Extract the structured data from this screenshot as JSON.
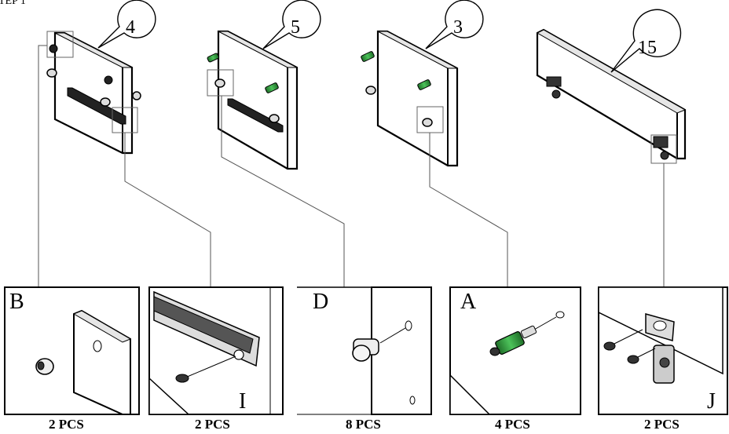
{
  "step_label": "TEP 1",
  "panels": [
    {
      "number": "4"
    },
    {
      "number": "5"
    },
    {
      "number": "3"
    },
    {
      "number": "15"
    }
  ],
  "details": [
    {
      "letter": "B",
      "qty": "2 PCS"
    },
    {
      "letter": "I",
      "qty": "2 PCS"
    },
    {
      "letter": "D",
      "qty": "8 PCS"
    },
    {
      "letter": "A",
      "qty": "4 PCS"
    },
    {
      "letter": "J",
      "qty": "2 PCS"
    }
  ],
  "colors": {
    "line": "#000000",
    "leader": "#555555",
    "green": "#2e9b3a",
    "panel_edge": "#e6e6e6"
  }
}
